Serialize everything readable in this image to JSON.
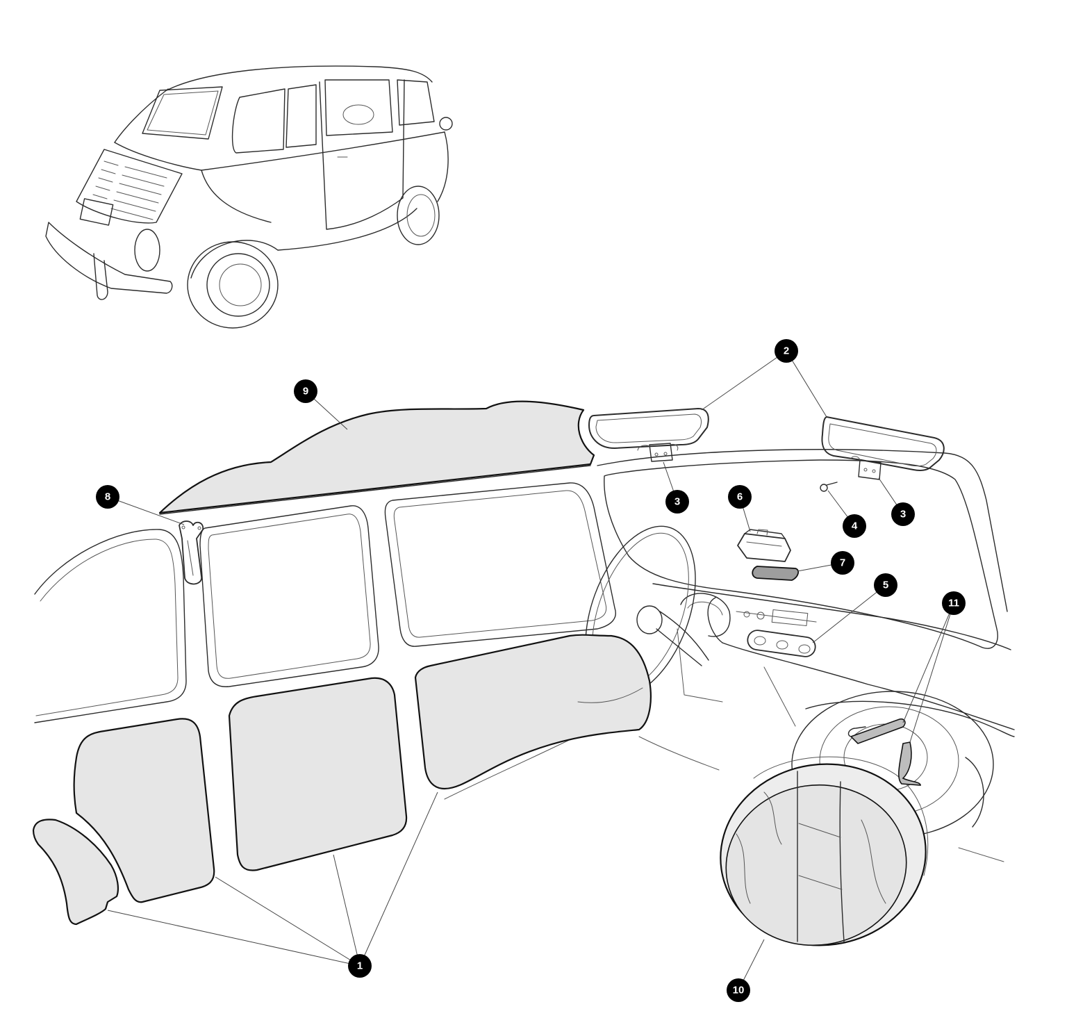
{
  "callouts": [
    {
      "id": "1",
      "label": "1",
      "part": "side-panels"
    },
    {
      "id": "2",
      "label": "2",
      "part": "sun-visors"
    },
    {
      "id": "3a",
      "label": "3",
      "part": "visor-bracket-left"
    },
    {
      "id": "3b",
      "label": "3",
      "part": "visor-bracket-right"
    },
    {
      "id": "4",
      "label": "4",
      "part": "screw"
    },
    {
      "id": "5",
      "label": "5",
      "part": "dashboard-switch-panel"
    },
    {
      "id": "6",
      "label": "6",
      "part": "interior-lamp"
    },
    {
      "id": "7",
      "label": "7",
      "part": "lamp-lens"
    },
    {
      "id": "8",
      "label": "8",
      "part": "grab-strap"
    },
    {
      "id": "9",
      "label": "9",
      "part": "headliner-panel"
    },
    {
      "id": "10",
      "label": "10",
      "part": "spare-wheel-cover"
    },
    {
      "id": "11",
      "label": "11",
      "part": "spare-wheel-strap"
    }
  ],
  "colors": {
    "panel_fill": "#e6e6e6",
    "outline": "#111111",
    "callout": "#000000",
    "callout_text": "#ffffff"
  }
}
